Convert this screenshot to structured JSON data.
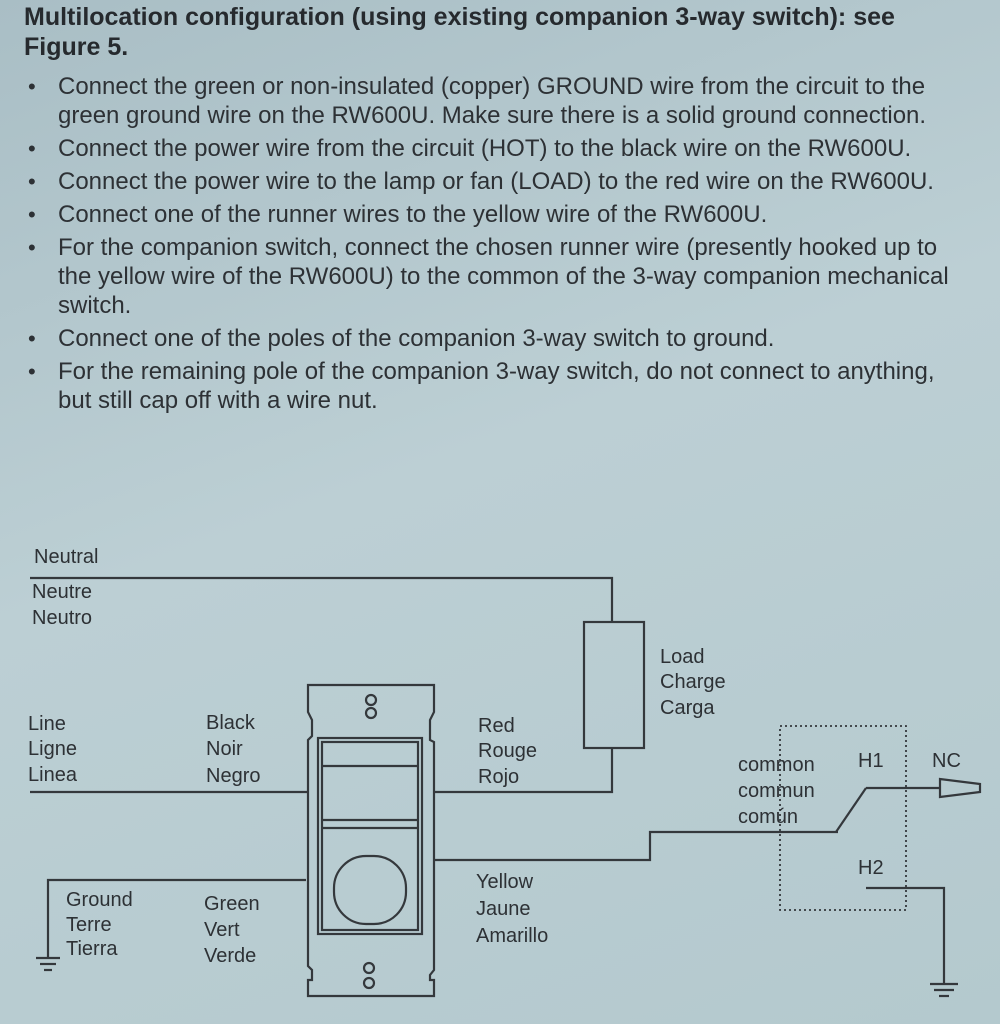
{
  "heading": "Multilocation configuration (using existing companion 3-way switch): see Figure 5.",
  "bullets": [
    "Connect the green or non-insulated (copper) GROUND wire from the circuit to the green ground wire on the RW600U. Make sure there is a solid ground connection.",
    "Connect the power wire from the circuit (HOT) to the black wire on the RW600U.",
    "Connect the power wire to the lamp or fan (LOAD) to the red wire on the RW600U.",
    "Connect one of the runner wires to the yellow wire of the RW600U.",
    "For the companion switch, connect the chosen runner wire (presently hooked up to the yellow wire of the RW600U) to the common of the 3-way companion mechanical switch.",
    "Connect one of the poles of the companion 3-way switch to ground.",
    "For the remaining pole of the companion 3-way switch, do not connect to anything, but still cap off with a wire nut."
  ],
  "diagram": {
    "neutral": [
      "Neutral",
      "Neutre",
      "Neutro"
    ],
    "line": [
      "Line",
      "Ligne",
      "Linea"
    ],
    "black": [
      "Black",
      "Noir",
      "Negro"
    ],
    "red": [
      "Red",
      "Rouge",
      "Rojo"
    ],
    "load": [
      "Load",
      "Charge",
      "Carga"
    ],
    "common": [
      "common",
      "commun",
      "común"
    ],
    "h1": "H1",
    "h2": "H2",
    "nc": "NC",
    "yellow": [
      "Yellow",
      "Jaune",
      "Amarillo"
    ],
    "ground": [
      "Ground",
      "Terre",
      "Tierra"
    ],
    "green": [
      "Green",
      "Vert",
      "Verde"
    ]
  }
}
